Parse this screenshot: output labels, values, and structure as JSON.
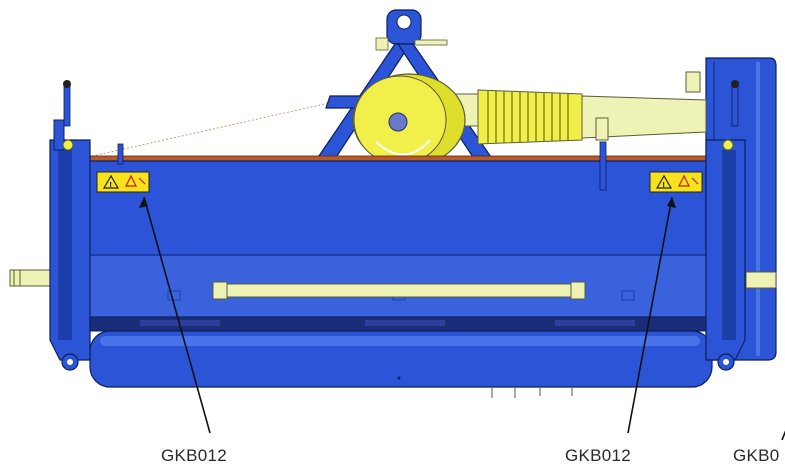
{
  "callouts": {
    "left_label": "GKB012",
    "right_label": "GKB012",
    "edge_label": "GKB0"
  },
  "colors": {
    "body_blue": "#2b55d6",
    "body_blue_dark": "#1c3ea8",
    "body_blue_light": "#4a73ea",
    "gearbox_yellow": "#f1f04a",
    "shaft_yellow": "#eef3b5",
    "outline": "#0d1f5c",
    "warning_yellow": "#f7e21c"
  },
  "icons": [
    "warning-triangle-icon",
    "hand-hazard-icon"
  ]
}
